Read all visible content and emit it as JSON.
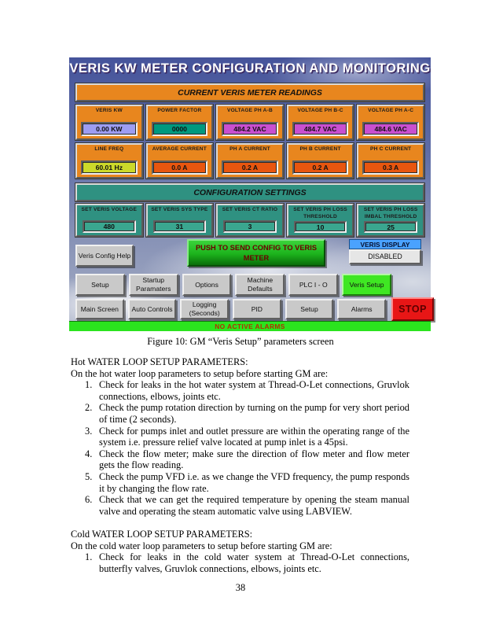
{
  "hmi": {
    "title": "VERIS KW METER CONFIGURATION AND MONITORING",
    "readings": {
      "header": "CURRENT VERIS METER READINGS",
      "row1": [
        {
          "label": "VERIS KW",
          "value": "0.00 KW",
          "color": "#9d9df2"
        },
        {
          "label": "POWER FACTOR",
          "value": "0000",
          "color": "#00997f"
        },
        {
          "label": "VOLTAGE PH A-B",
          "value": "484.2 VAC",
          "color": "#c94fd0"
        },
        {
          "label": "VOLTAGE PH B-C",
          "value": "484.7 VAC",
          "color": "#c94fd0"
        },
        {
          "label": "VOLTAGE PH A-C",
          "value": "484.6 VAC",
          "color": "#c94fd0"
        }
      ],
      "row2": [
        {
          "label": "LINE FREQ",
          "value": "60.01 Hz",
          "color": "#ccd92a"
        },
        {
          "label": "AVERAGE CURRENT",
          "value": "0.0 A",
          "color": "#e8560f"
        },
        {
          "label": "PH A CURRENT",
          "value": "0.2 A",
          "color": "#e8560f"
        },
        {
          "label": "PH B CURRENT",
          "value": "0.2 A",
          "color": "#e8560f"
        },
        {
          "label": "PH C CURRENT",
          "value": "0.3 A",
          "color": "#e8560f"
        }
      ]
    },
    "config": {
      "header": "CONFIGURATION SETTINGS",
      "fields": [
        {
          "label": "SET VERIS VOLTAGE",
          "value": "480"
        },
        {
          "label": "SET VERIS SYS TYPE",
          "value": "31"
        },
        {
          "label": "SET VERIS CT RATIO",
          "value": "3"
        },
        {
          "label": "SET VERIS PH LOSS THRESHOLD",
          "value": "10"
        },
        {
          "label": "SET VERIS PH LOSS IMBAL THRESHOLD",
          "value": "25"
        }
      ]
    },
    "help_button": "Veris Config Help",
    "send_button": "PUSH TO SEND CONFIG TO VERIS METER",
    "veris_display": {
      "label": "VERIS DISPLAY",
      "value": "DISABLED"
    },
    "nav_row1": [
      "Setup",
      "Startup Paramaters",
      "Options",
      "Machine Defaults",
      "PLC  I - O",
      "Veris Setup"
    ],
    "nav_row2": [
      "Main Screen",
      "Auto Controls",
      "Logging (Seconds)",
      "PID",
      "Setup",
      "Alarms"
    ],
    "stop_button": "STOP",
    "alarm_bar": "NO ACTIVE ALARMS"
  },
  "document": {
    "caption": "Figure 10: GM “Veris Setup” parameters screen",
    "sections": [
      {
        "heading": "Hot WATER LOOP SETUP PARAMETERS:",
        "intro": "On the hot water loop parameters to setup before starting GM are:",
        "items": [
          "Check for leaks in the hot water system at Thread-O-Let connections, Gruvlok connections, elbows, joints etc.",
          "Check the pump rotation direction by turning on the pump for very short period of time (2 seconds).",
          "Check for pumps inlet and outlet pressure are within the operating range of the system i.e. pressure relief valve located at pump inlet is a 45psi.",
          "Check the flow meter; make sure the direction of flow meter and flow meter gets the flow reading.",
          "Check the pump VFD i.e. as we change the VFD frequency, the pump responds it by changing the flow rate.",
          "Check that we can get the required temperature by opening the steam manual valve and operating the steam automatic valve using LABVIEW."
        ]
      },
      {
        "heading": "Cold WATER LOOP SETUP PARAMETERS:",
        "intro": "On the cold water loop parameters to setup before starting GM are:",
        "items": [
          "Check for leaks in the cold water system at Thread-O-Let connections, butterfly valves, Gruvlok connections, elbows, joints etc."
        ]
      }
    ],
    "page_number": "38"
  }
}
